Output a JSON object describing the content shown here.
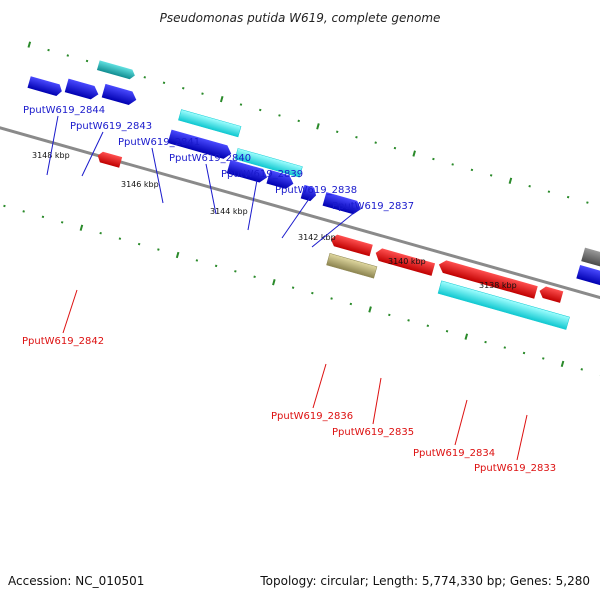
{
  "title": "Pseudomonas putida W619, complete genome",
  "footer": {
    "accession": "Accession: NC_010501",
    "summary": "Topology: circular; Length: 5,774,330 bp; Genes: 5,280"
  },
  "scale_labels": [
    "3148 kbp",
    "3146 kbp",
    "3144 kbp",
    "3142 kbp",
    "3140 kbp",
    "3138 kbp"
  ],
  "genes_top": [
    {
      "id": "PputW619_2844",
      "color": "#1a1acc"
    },
    {
      "id": "PputW619_2843",
      "color": "#1a1acc"
    },
    {
      "id": "PputW619_2841",
      "color": "#1a1acc"
    },
    {
      "id": "PputW619_2840",
      "color": "#1a1acc"
    },
    {
      "id": "PputW619_2839",
      "color": "#1a1acc"
    },
    {
      "id": "PputW619_2838",
      "color": "#1a1acc"
    },
    {
      "id": "PputW619_2837",
      "color": "#1a1acc"
    }
  ],
  "genes_bottom": [
    {
      "id": "PputW619_2842",
      "color": "#dd1111"
    },
    {
      "id": "PputW619_2836",
      "color": "#dd1111"
    },
    {
      "id": "PputW619_2835",
      "color": "#dd1111"
    },
    {
      "id": "PputW619_2834",
      "color": "#dd1111"
    },
    {
      "id": "PputW619_2833",
      "color": "#dd1111"
    }
  ],
  "colors": {
    "forward_cds": "#1a1ae0",
    "reverse_cds": "#e01a1a",
    "gene_feature": "#22e0e8",
    "other_feature": "#b8b070",
    "backbone": "#8a8a8a",
    "ticks": "#2a8a2a"
  }
}
